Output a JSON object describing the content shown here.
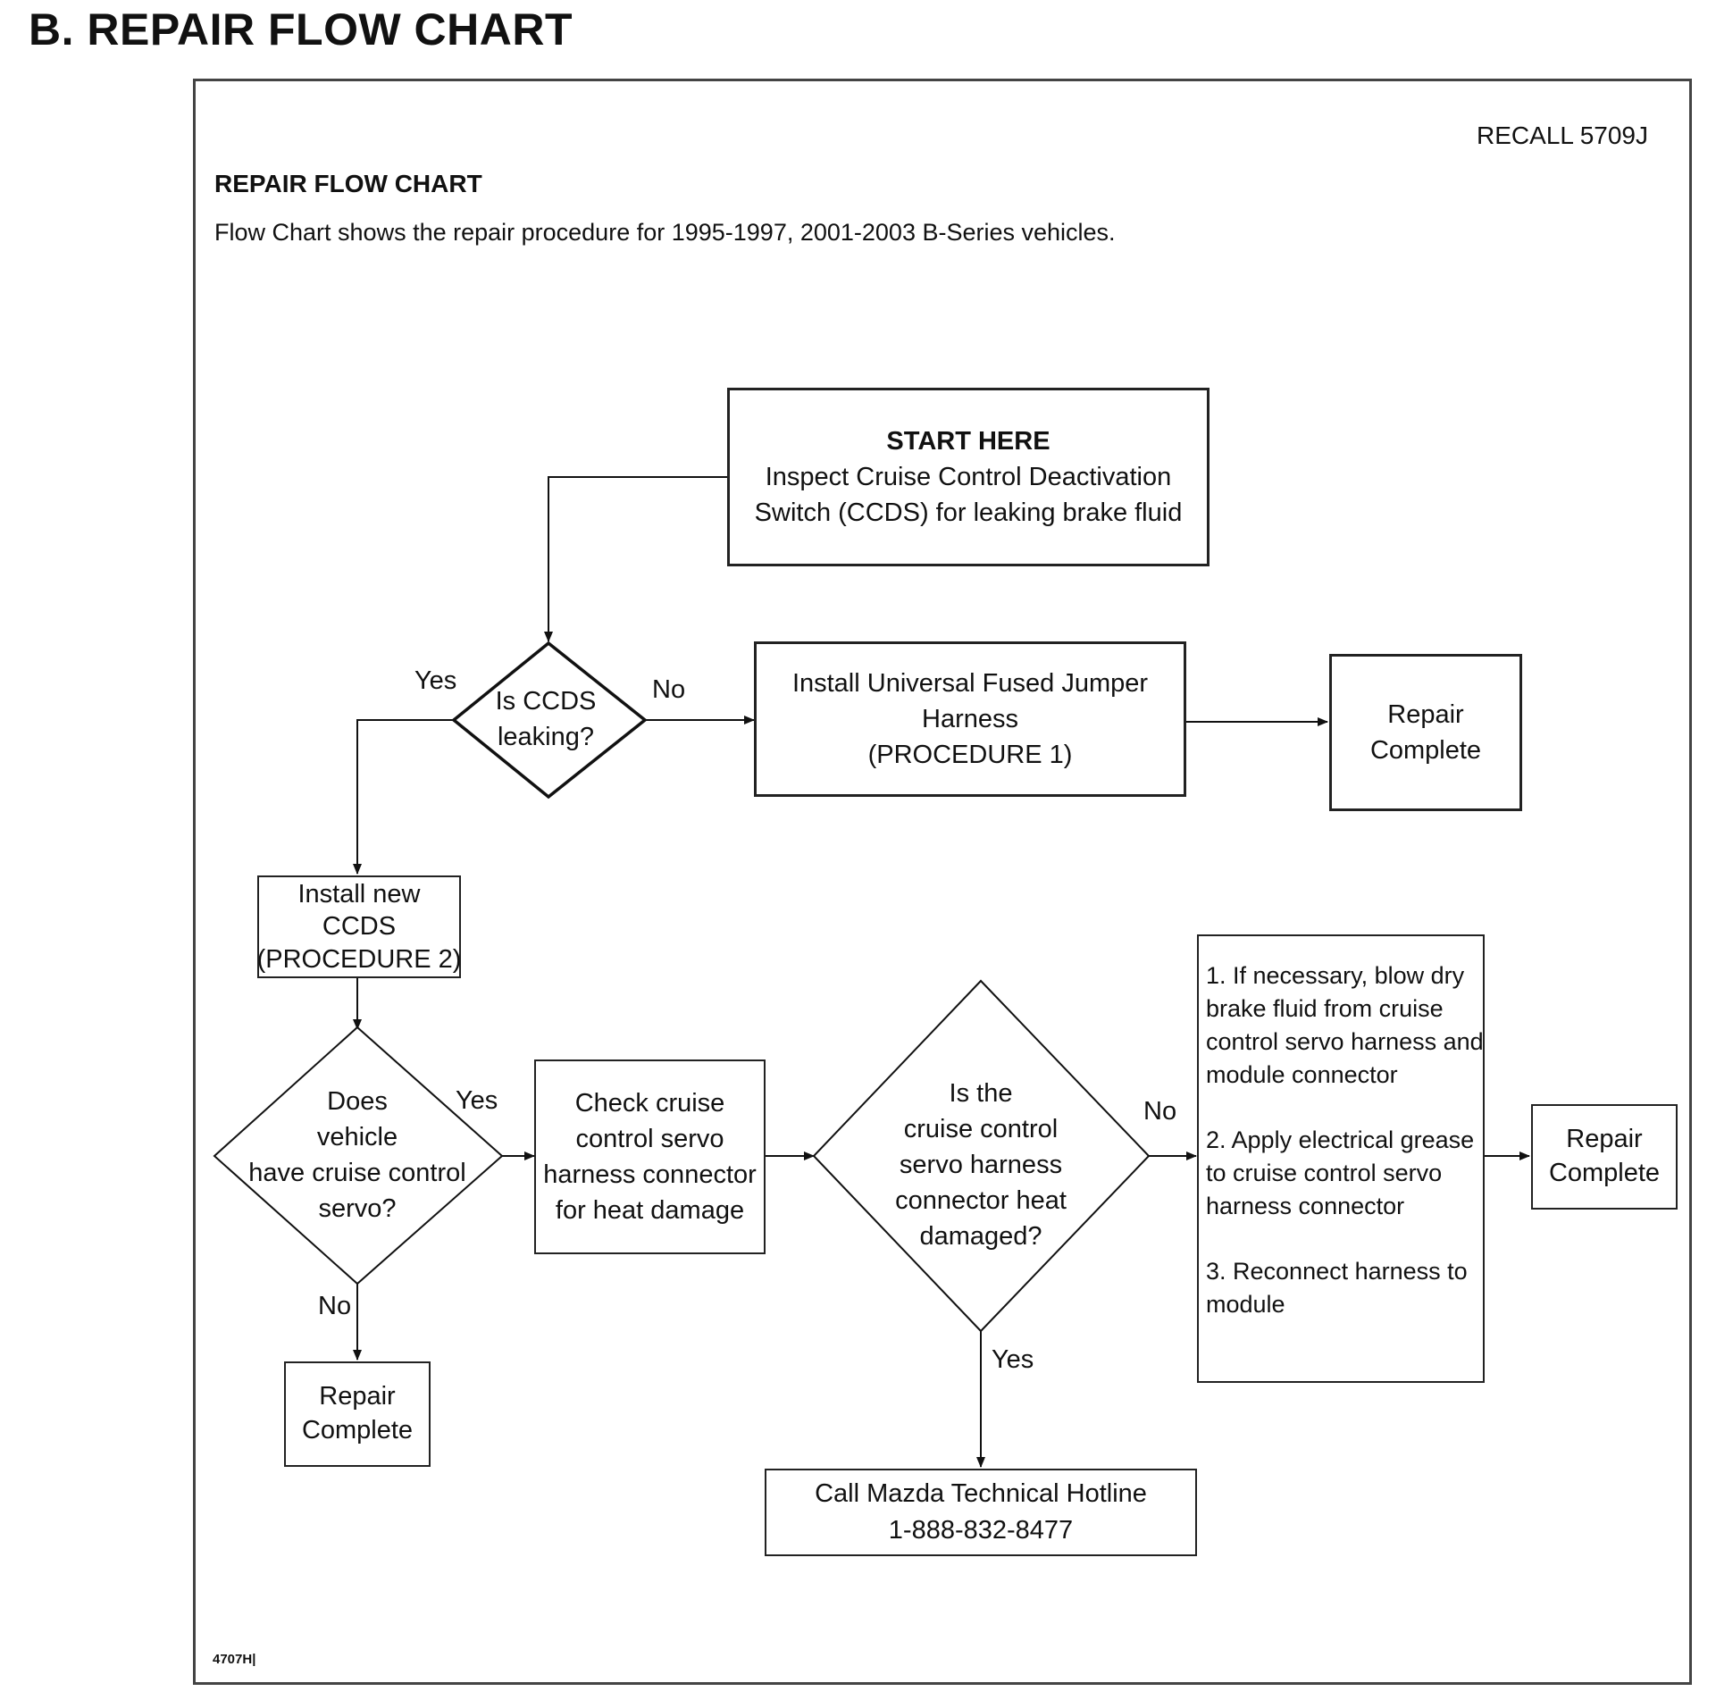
{
  "page": {
    "heading": "B. REPAIR FLOW CHART",
    "recall": "RECALL 5709J",
    "chart_title": "REPAIR FLOW CHART",
    "chart_subtitle": "Flow Chart shows the repair procedure for 1995-1997, 2001-2003 B-Series vehicles.",
    "figure_code": "4707H|"
  },
  "nodes": {
    "start": {
      "heading": "START HERE",
      "lines": [
        "Inspect Cruise Control Deactivation",
        "Switch (CCDS) for leaking brake fluid"
      ]
    },
    "ccds_leaking": {
      "lines": [
        "Is CCDS",
        "leaking?"
      ]
    },
    "install_jumper": {
      "lines": [
        "Install Universal Fused Jumper",
        "Harness",
        "(PROCEDURE 1)"
      ]
    },
    "repair_complete_1": {
      "lines": [
        "Repair",
        "Complete"
      ]
    },
    "install_ccds": {
      "lines": [
        "Install new",
        "CCDS",
        "(PROCEDURE 2)"
      ]
    },
    "has_servo": {
      "lines": [
        "Does",
        "vehicle",
        "have cruise control",
        "servo?"
      ]
    },
    "check_servo": {
      "lines": [
        "Check cruise",
        "control servo",
        "harness connector",
        "for heat damage"
      ]
    },
    "heat_damaged": {
      "lines": [
        "Is the",
        "cruise control",
        "servo harness",
        "connector heat",
        "damaged?"
      ]
    },
    "steps": {
      "step1": [
        "1. If necessary, blow dry",
        "brake fluid from cruise",
        "control servo harness and",
        "module connector"
      ],
      "step2": [
        "2.  Apply electrical grease",
        "to cruise  control servo",
        "harness connector"
      ],
      "step3": [
        "3. Reconnect harness to",
        "module"
      ]
    },
    "repair_complete_2": {
      "lines": [
        "Repair",
        "Complete"
      ]
    },
    "repair_complete_3": {
      "lines": [
        "Repair",
        "Complete"
      ]
    },
    "hotline": {
      "lines": [
        "Call Mazda Technical Hotline",
        "1-888-832-8477"
      ]
    }
  },
  "edge_labels": {
    "ccds_yes": "Yes",
    "ccds_no": "No",
    "servo_yes": "Yes",
    "servo_no": "No",
    "heat_no": "No",
    "heat_yes": "Yes"
  }
}
